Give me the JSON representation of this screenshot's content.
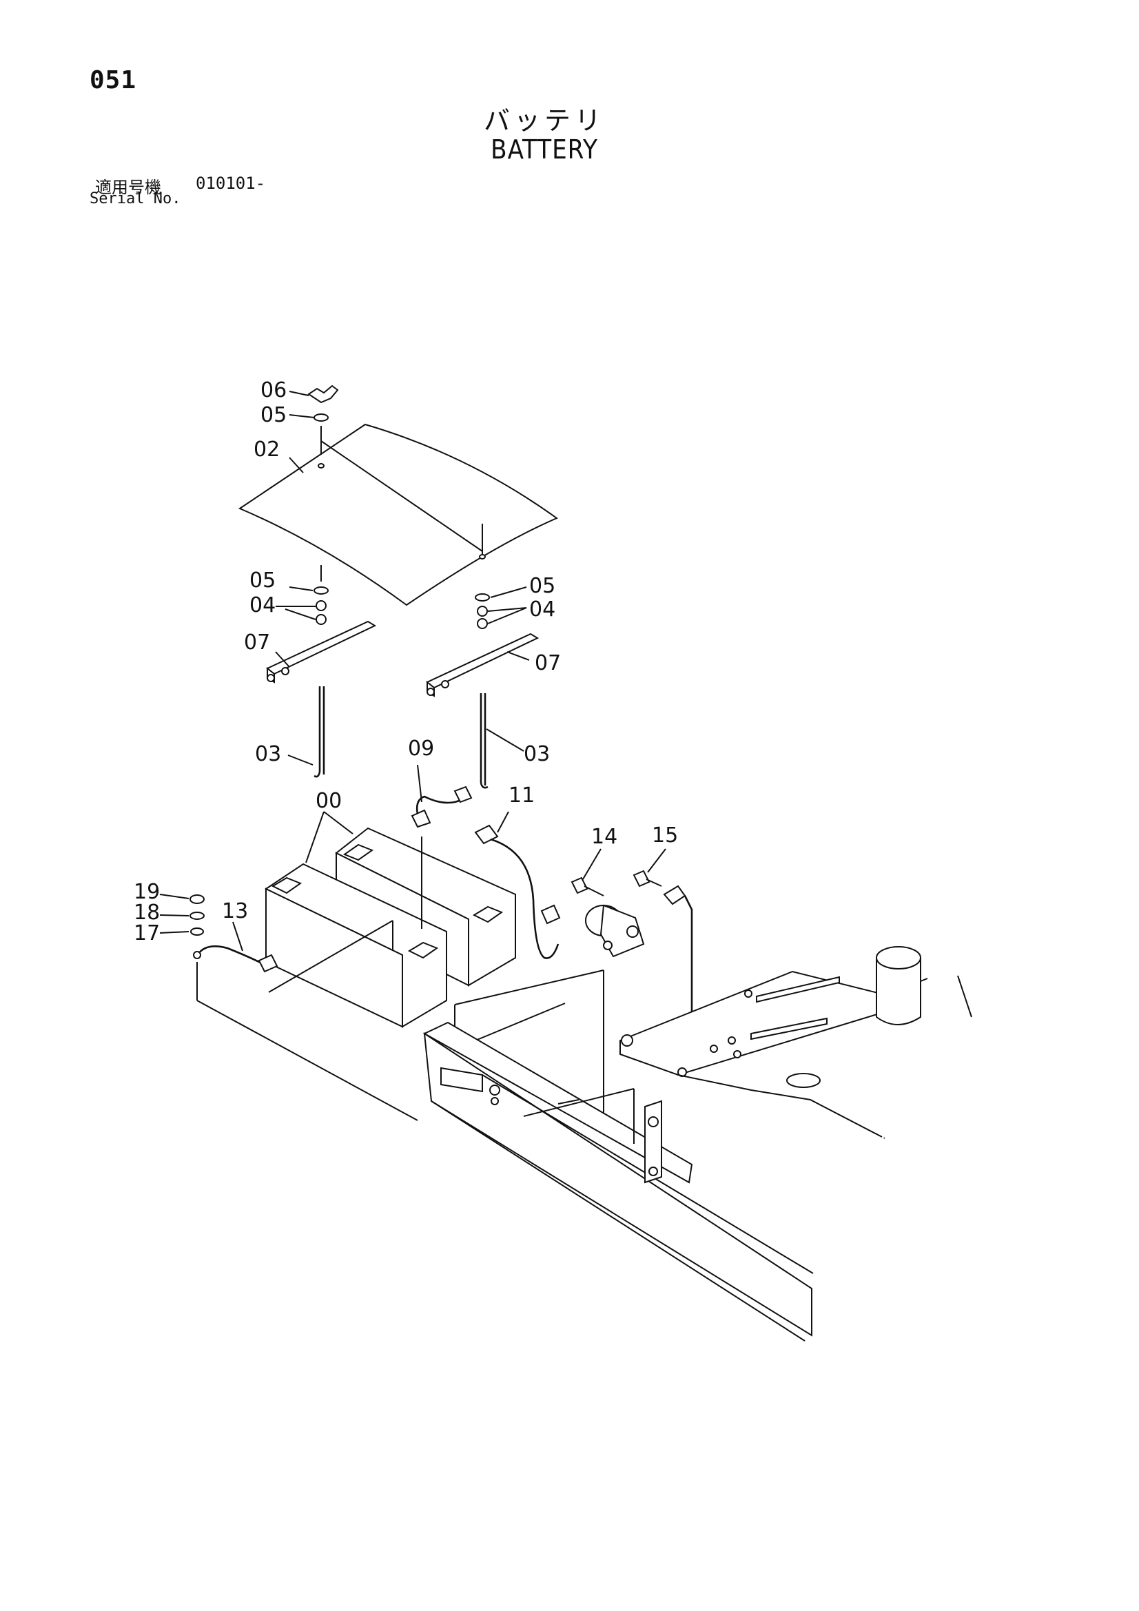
{
  "header": {
    "page_number": "051",
    "title_jp": "バッテリ",
    "title_en": "BATTERY",
    "serial_label_jp": "適用号機",
    "serial_code": "010101-",
    "serial_label_en": "Serial No."
  },
  "callouts": {
    "c06": "06",
    "c05a": "05",
    "c02": "02",
    "c05b": "05",
    "c04a": "04",
    "c07a": "07",
    "c03a": "03",
    "c05c": "05",
    "c04b": "04",
    "c07b": "07",
    "c03b": "03",
    "c09": "09",
    "c00": "00",
    "c11": "11",
    "c14": "14",
    "c15": "15",
    "c19": "19",
    "c18": "18",
    "c17": "17",
    "c13": "13"
  }
}
